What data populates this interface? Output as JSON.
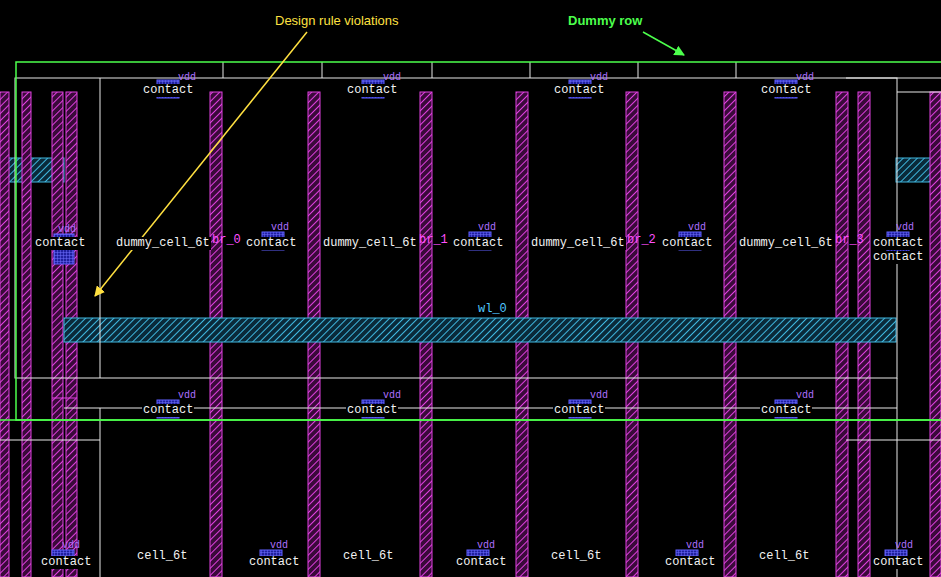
{
  "diagram": {
    "labels": [
      "Design rule violations",
      "Dummy row",
      "vdd",
      "vdd",
      "vdd",
      "vdd",
      "contact",
      "contact",
      "contact",
      "contact",
      "vdd",
      "vdd",
      "vdd",
      "vdd",
      "vdd",
      "contact",
      "contact",
      "contact",
      "contact",
      "contact",
      "contact",
      "dummy_cell_6t",
      "dummy_cell_6t",
      "dummy_cell_6t",
      "dummy_cell_6t",
      "br_0",
      "br_1",
      "br_2",
      "br_3",
      "wl_0",
      "vdd",
      "vdd",
      "vdd",
      "vdd",
      "contact",
      "contact",
      "contact",
      "contact",
      "vdd",
      "vdd",
      "vdd",
      "vdd",
      "vdd",
      "contact",
      "contact",
      "contact",
      "contact",
      "contact",
      "cell_6t",
      "cell_6t",
      "cell_6t",
      "cell_6t"
    ]
  }
}
